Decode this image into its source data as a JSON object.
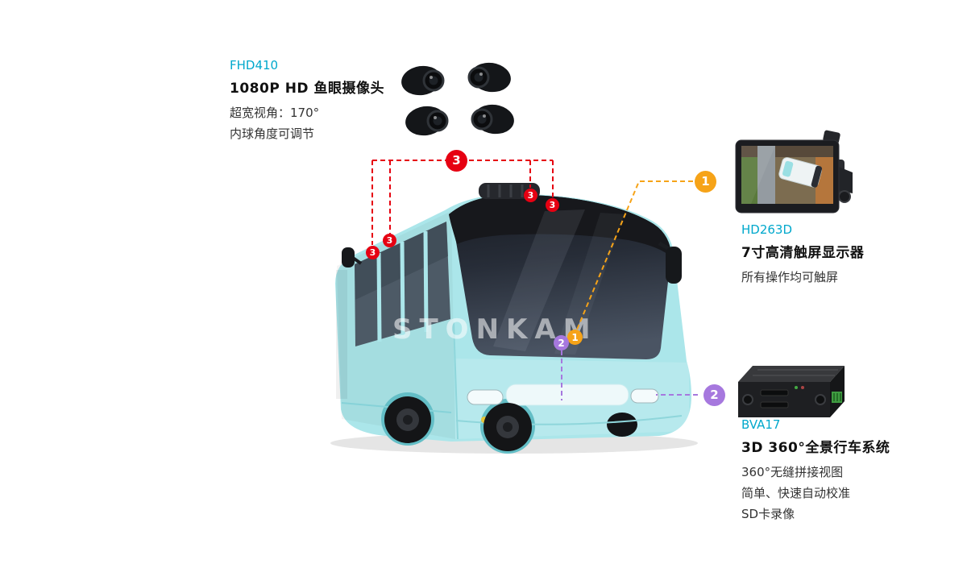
{
  "diagram": {
    "watermark": "STONKAM"
  },
  "products": {
    "fisheye_camera": {
      "model": "FHD410",
      "title": "1080P HD 鱼眼摄像头",
      "specs": [
        "超宽视角：170°",
        "内球角度可调节"
      ],
      "marker": "3"
    },
    "touch_monitor": {
      "model": "HD263D",
      "title": "7寸高清触屏显示器",
      "specs": [
        "所有操作均可触屏"
      ],
      "marker": "1"
    },
    "surround_view_system": {
      "model": "BVA17",
      "title": "3D 360°全景行车系统",
      "specs": [
        "360°无缝拼接视图",
        "简单、快速自动校准",
        "SD卡录像"
      ],
      "marker": "2"
    }
  },
  "colors": {
    "model_text": "#00a8cc",
    "marker_red": "#e60012",
    "marker_orange": "#f6a318",
    "marker_purple": "#a678de",
    "bus_body": "#abe6ea"
  }
}
